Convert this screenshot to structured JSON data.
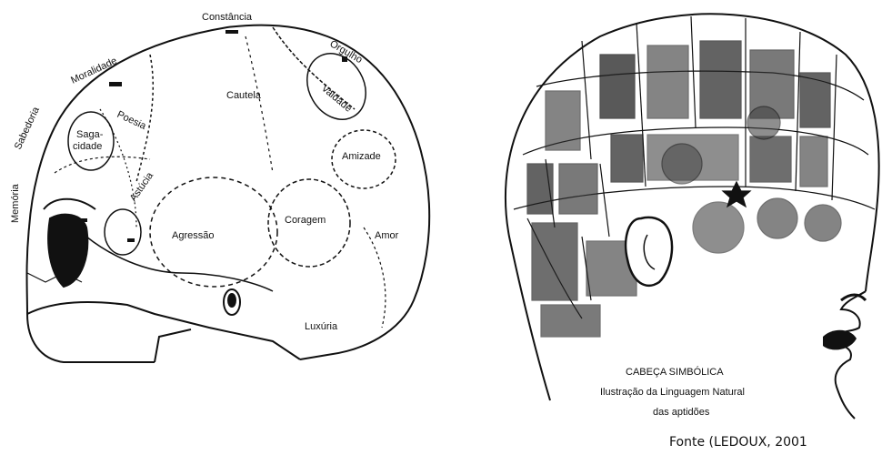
{
  "skull": {
    "regions": {
      "constancia": "Constância",
      "orgulho": "Orgulho",
      "moralidade": "Moralidade",
      "cautela": "Cautela",
      "vaidade": "Vaidade",
      "sabedoria": "Sabedoria",
      "poesia": "Poesia",
      "sagacidade_1": "Saga-",
      "sagacidade_2": "cidade",
      "amizade": "Amizade",
      "memoria": "Memória",
      "astucia": "Astúcia",
      "agressao": "Agressão",
      "coragem": "Coragem",
      "amor": "Amor",
      "luxuria": "Luxúria"
    }
  },
  "head": {
    "caption_title": "CABEÇA SIMBÓLICA",
    "caption_line2": "Ilustração da Linguagem Natural",
    "caption_line3": "das aptidões"
  },
  "source": "Fonte (LEDOUX, 2001"
}
